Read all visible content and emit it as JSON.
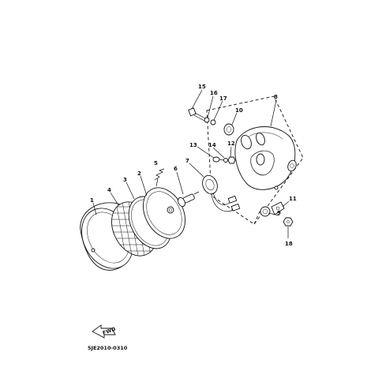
{
  "diagram": {
    "callouts": [
      {
        "id": "c1",
        "text": "1"
      },
      {
        "id": "c2",
        "text": "2"
      },
      {
        "id": "c3",
        "text": "3"
      },
      {
        "id": "c4",
        "text": "4"
      },
      {
        "id": "c5",
        "text": "5"
      },
      {
        "id": "c6",
        "text": "6"
      },
      {
        "id": "c7",
        "text": "7"
      },
      {
        "id": "c8",
        "text": "8"
      },
      {
        "id": "c9",
        "text": "9"
      },
      {
        "id": "c10",
        "text": "10"
      },
      {
        "id": "c11",
        "text": "11"
      },
      {
        "id": "c12",
        "text": "12"
      },
      {
        "id": "c13",
        "text": "13"
      },
      {
        "id": "c14",
        "text": "14"
      },
      {
        "id": "c15",
        "text": "15"
      },
      {
        "id": "c16",
        "text": "16"
      },
      {
        "id": "c17",
        "text": "17"
      },
      {
        "id": "c18",
        "text": "18"
      }
    ],
    "fwd_label": "FWD",
    "drawing_code": "5JE2010-0310"
  }
}
